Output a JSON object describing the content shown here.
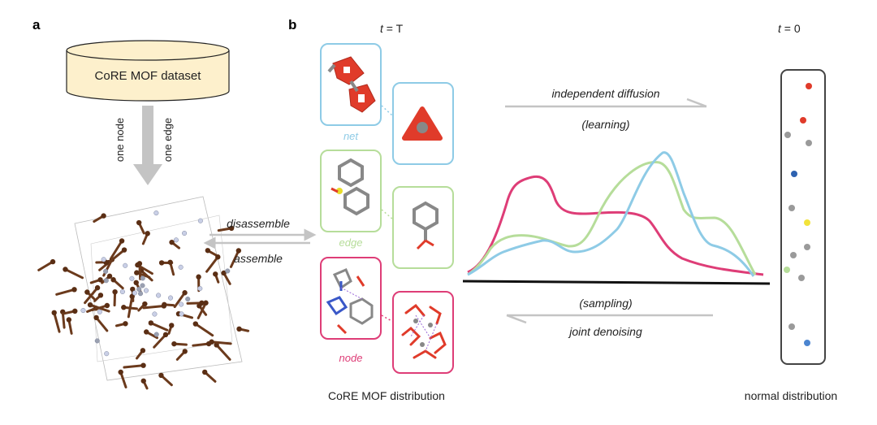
{
  "panel_a": {
    "letter": "a",
    "database_label": "CoRE MOF dataset",
    "arrow_label_left": "one node",
    "arrow_label_right": "one edge",
    "disassemble_label": "disassemble",
    "assemble_label": "assemble"
  },
  "panel_b": {
    "letter": "b",
    "t_start_prefix": "t",
    "t_start_suffix": " = T",
    "t_end_prefix": "t",
    "t_end_suffix": " = 0",
    "net_label": "net",
    "edge_label": "edge",
    "node_label": "node",
    "forward_line1": "independent diffusion",
    "forward_line2": "(learning)",
    "reverse_line1": "(sampling)",
    "reverse_line2": "joint denoising",
    "left_caption": "CoRE MOF distribution",
    "right_caption": "normal distribution"
  },
  "colors": {
    "net": "#8ecbe6",
    "edge": "#b6dd9a",
    "node": "#de3d77",
    "database_fill": "#fdf0cc",
    "arrow_gray": "#c4c4c4"
  },
  "normal_points": [
    {
      "color": "#e03b2a"
    },
    {
      "color": "#e03b2a"
    },
    {
      "color": "#9a9a9a"
    },
    {
      "color": "#9a9a9a"
    },
    {
      "color": "#2e62b0"
    },
    {
      "color": "#9a9a9a"
    },
    {
      "color": "#f2e33a"
    },
    {
      "color": "#9a9a9a"
    },
    {
      "color": "#9a9a9a"
    },
    {
      "color": "#b6dd9a"
    },
    {
      "color": "#9a9a9a"
    },
    {
      "color": "#9a9a9a"
    },
    {
      "color": "#4b85d0"
    }
  ]
}
